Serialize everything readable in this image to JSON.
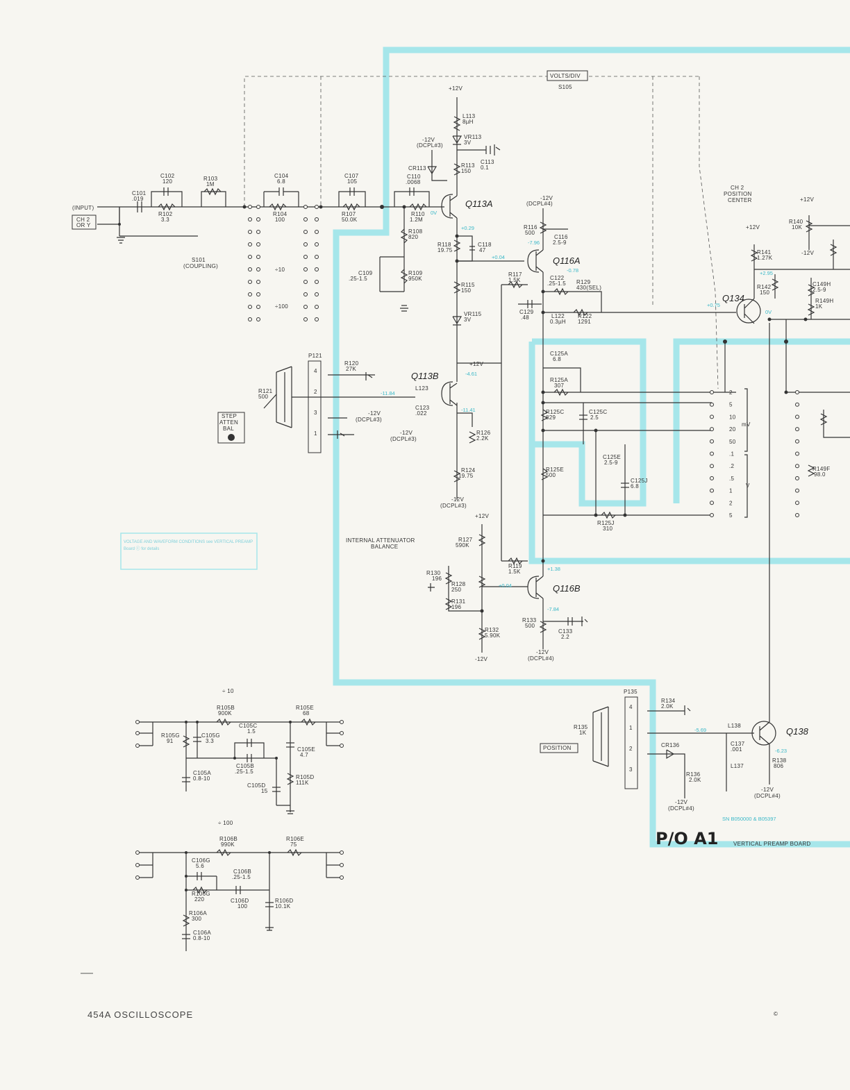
{
  "title": "454A OSCILLOSCOPE",
  "board": {
    "code": "P/O A1",
    "name": "VERTICAL PREAMP BOARD"
  },
  "switches": {
    "volts_div": "VOLTS/DIV",
    "volts_div_ref": "S105",
    "coupling_ref": "S101",
    "coupling_name": "(COUPLING)"
  },
  "inputs": {
    "input": "(INPUT)",
    "ch_line1": "CH 2",
    "ch_line2": "OR Y"
  },
  "panel_labels": {
    "step_atten_1": "STEP",
    "step_atten_2": "ATTEN",
    "step_atten_3": "BAL",
    "position": "POSITION",
    "ch2_position_1": "CH 2",
    "ch2_position_2": "POSITION",
    "ch2_position_3": "CENTER",
    "internal_atten_1": "INTERNAL ATTENUATOR",
    "internal_atten_2": "BALANCE"
  },
  "transistors": [
    "Q113A",
    "Q113B",
    "Q116A",
    "Q116B",
    "Q134",
    "Q138"
  ],
  "attenuator_labels": {
    "div10": "÷10",
    "div100": "÷100"
  },
  "attenuator_headings": {
    "div10": "÷ 10",
    "div100": "÷ 100"
  },
  "range_units": {
    "mv": "mV",
    "v": "V"
  },
  "range_steps": [
    "2",
    "5",
    "10",
    "20",
    "50",
    ".1",
    ".2",
    ".5",
    "1",
    "2",
    "5"
  ],
  "connectors": {
    "p121": "P121",
    "p135": "P135"
  },
  "components": [
    {
      "ref": "C101",
      "value": ".019"
    },
    {
      "ref": "C102",
      "value": "120"
    },
    {
      "ref": "R102",
      "value": "3.3"
    },
    {
      "ref": "R103",
      "value": "1M"
    },
    {
      "ref": "C104",
      "value": "6.8"
    },
    {
      "ref": "R104",
      "value": "100"
    },
    {
      "ref": "C107",
      "value": "105"
    },
    {
      "ref": "R107",
      "value": "50.0K"
    },
    {
      "ref": "C110",
      "value": ".0068"
    },
    {
      "ref": "R110",
      "value": "1.2M"
    },
    {
      "ref": "R108",
      "value": "820"
    },
    {
      "ref": "C109",
      "value": ".25-1.5"
    },
    {
      "ref": "R109",
      "value": "950K"
    },
    {
      "ref": "CR113",
      "value": ""
    },
    {
      "ref": "L113",
      "value": "8µH"
    },
    {
      "ref": "VR113",
      "value": "3V"
    },
    {
      "ref": "C113",
      "value": "0.1"
    },
    {
      "ref": "R113",
      "value": "150"
    },
    {
      "ref": "R118",
      "value": "19.75"
    },
    {
      "ref": "C118",
      "value": "47"
    },
    {
      "ref": "R115",
      "value": "150"
    },
    {
      "ref": "VR115",
      "value": "3V"
    },
    {
      "ref": "R116",
      "value": "500"
    },
    {
      "ref": "C116",
      "value": "2.5-9"
    },
    {
      "ref": "R117",
      "value": "1.5K"
    },
    {
      "ref": "C122",
      "value": ".25-1.5"
    },
    {
      "ref": "R129",
      "value": "430(SEL)"
    },
    {
      "ref": "C129",
      "value": ".48"
    },
    {
      "ref": "L122",
      "value": "0.3µH"
    },
    {
      "ref": "R122",
      "value": "1291"
    },
    {
      "ref": "R120",
      "value": "27K"
    },
    {
      "ref": "R121",
      "value": "500"
    },
    {
      "ref": "L123",
      "value": ""
    },
    {
      "ref": "C123",
      "value": ".022"
    },
    {
      "ref": "R126",
      "value": "2.2K"
    },
    {
      "ref": "R124",
      "value": "19.75"
    },
    {
      "ref": "C125A",
      "value": "6.8"
    },
    {
      "ref": "R125A",
      "value": "307"
    },
    {
      "ref": "R125C",
      "value": "829"
    },
    {
      "ref": "C125C",
      "value": "2.5"
    },
    {
      "ref": "C125E",
      "value": "2.5-9"
    },
    {
      "ref": "R125E",
      "value": "500"
    },
    {
      "ref": "C125J",
      "value": "6.8"
    },
    {
      "ref": "R125J",
      "value": "310"
    },
    {
      "ref": "R127",
      "value": "590K"
    },
    {
      "ref": "R128",
      "value": "250"
    },
    {
      "ref": "R130",
      "value": "196"
    },
    {
      "ref": "R131",
      "value": "196"
    },
    {
      "ref": "R132",
      "value": "5.90K"
    },
    {
      "ref": "R119",
      "value": "1.5K"
    },
    {
      "ref": "R133",
      "value": "500"
    },
    {
      "ref": "C133",
      "value": "2.2"
    },
    {
      "ref": "R140",
      "value": "10K"
    },
    {
      "ref": "R141",
      "value": "1.27K"
    },
    {
      "ref": "R142",
      "value": "150"
    },
    {
      "ref": "C149H",
      "value": "2.5-9"
    },
    {
      "ref": "R149H",
      "value": "1K"
    },
    {
      "ref": "R149F",
      "value": "98.0"
    },
    {
      "ref": "R134",
      "value": "2.0K"
    },
    {
      "ref": "R135",
      "value": "1K"
    },
    {
      "ref": "CR136",
      "value": ""
    },
    {
      "ref": "R136",
      "value": "2.0K"
    },
    {
      "ref": "L138",
      "value": ""
    },
    {
      "ref": "C137",
      "value": ".001"
    },
    {
      "ref": "L137",
      "value": ""
    },
    {
      "ref": "R138",
      "value": "806"
    },
    {
      "ref": "R105B",
      "value": "900K"
    },
    {
      "ref": "R105E",
      "value": "68"
    },
    {
      "ref": "R105G",
      "value": "91"
    },
    {
      "ref": "C105G",
      "value": "3.3"
    },
    {
      "ref": "C105C",
      "value": "1.5"
    },
    {
      "ref": "C105B",
      "value": ".25-1.5"
    },
    {
      "ref": "C105E",
      "value": "4.7"
    },
    {
      "ref": "C105A",
      "value": "0.8-10"
    },
    {
      "ref": "C105D",
      "value": "15"
    },
    {
      "ref": "R105D",
      "value": "111K"
    },
    {
      "ref": "R106B",
      "value": "990K"
    },
    {
      "ref": "R106E",
      "value": "75"
    },
    {
      "ref": "C106G",
      "value": "5.6"
    },
    {
      "ref": "C106B",
      "value": ".25-1.5"
    },
    {
      "ref": "R106G",
      "value": "220"
    },
    {
      "ref": "C106D",
      "value": "100"
    },
    {
      "ref": "R106D",
      "value": "10.1K"
    },
    {
      "ref": "R106A",
      "value": "300"
    },
    {
      "ref": "C106A",
      "value": "0.8-10"
    }
  ],
  "supply_labels": {
    "p12v": "+12V",
    "m12v": "-12V",
    "dcpl3": "(DCPL#3)",
    "dcpl4": "(DCPL#4)"
  },
  "voltages": {
    "q113a_gate": "0V",
    "q113a_drain": "+0.29",
    "q116a_base": "+0.04",
    "q116a_emit": "-7.96",
    "q116a_coll": "-0.78",
    "q113b_gate": "-11.84",
    "q113b_drain": "-4.61",
    "q113b_src": "-11.41",
    "q116b_base": "+0.04",
    "q116b_coll": "+1.38",
    "q116b_emit": "-7.84",
    "q134_base": "+0.75",
    "q134_emit": "+2.95",
    "q134_coll": "0V",
    "q138_base": "-5.69",
    "q138_emit": "-6.23"
  },
  "notes": {
    "blue_box": "VOLTAGE AND WAVEFORM CONDITIONS see VERTICAL PREAMP Board ⓒ for details",
    "serial": "SN B050000 & B05397"
  },
  "copyright_mark": "©"
}
